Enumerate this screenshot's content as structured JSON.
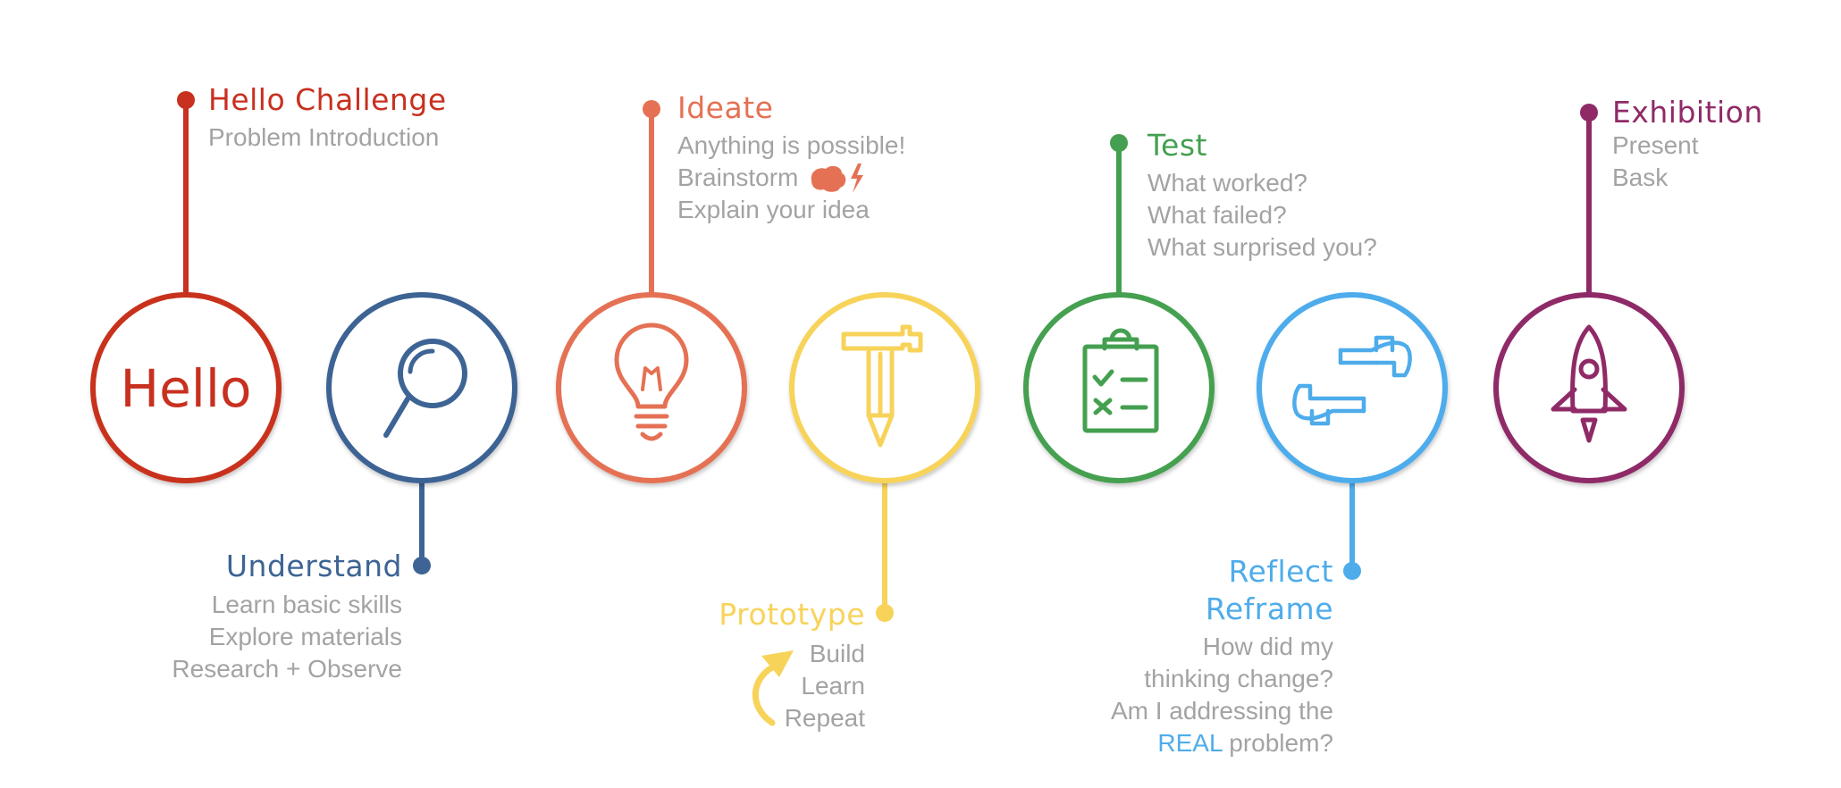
{
  "colors": {
    "hello": "#c8301f",
    "understand": "#3d6494",
    "ideate": "#e57154",
    "prototype": "#f7d35a",
    "test": "#44a050",
    "reflect": "#4eaceb",
    "exhibition": "#8f2a67",
    "subtext": "#a3a3a3"
  },
  "steps": {
    "hello": {
      "title": "Hello Challenge",
      "circle_text": "Hello",
      "lines": [
        "Problem Introduction"
      ]
    },
    "understand": {
      "title": "Understand",
      "icon": "magnifier-icon",
      "lines": [
        "Learn basic skills",
        "Explore materials",
        "Research + Observe"
      ]
    },
    "ideate": {
      "title": "Ideate",
      "icon": "lightbulb-icon",
      "lines": [
        "Anything is possible!",
        "Brainstorm",
        "Explain your idea"
      ],
      "inline_icon": "brain-lightning-icon"
    },
    "prototype": {
      "title": "Prototype",
      "icon": "hammer-pencil-icon",
      "lines": [
        "Build",
        "Learn",
        "Repeat"
      ],
      "inline_icon": "curved-arrow-icon"
    },
    "test": {
      "title": "Test",
      "icon": "clipboard-checklist-icon",
      "lines": [
        "What worked?",
        "What failed?",
        "What surprised you?"
      ]
    },
    "reflect": {
      "title_line1": "Reflect",
      "title_line2": "Reframe",
      "icon": "framing-hands-icon",
      "lines": [
        "How did my",
        "thinking change?",
        "Am I addressing the"
      ],
      "last_line_highlight": "REAL",
      "last_line_rest": " problem?"
    },
    "exhibition": {
      "title": "Exhibition",
      "icon": "rocket-icon",
      "lines": [
        "Present",
        "Bask"
      ]
    }
  }
}
